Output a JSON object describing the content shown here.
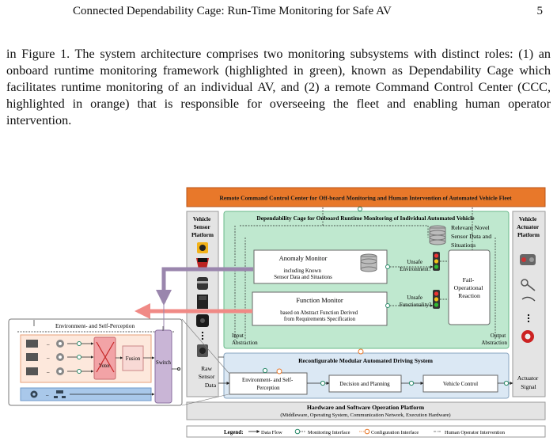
{
  "header": {
    "running_title": "Connected Dependability Cage: Run-Time Monitoring for Safe AV",
    "page_number": "5"
  },
  "paragraph": {
    "text": "in Figure 1. The system architecture comprises two monitoring subsystems with distinct roles: (1) an onboard runtime monitoring framework (highlighted in green), known as Dependability Cage which facilitates runtime monitoring of an individual AV, and (2) a remote Command Control Center (CCC, highlighted in orange) that is responsible for overseeing the fleet and enabling human operator intervention."
  },
  "figure": {
    "ccc_banner": "Remote Command Control Center for Off-board Monitoring and Human Intervention of Automated Vehicle Fleet",
    "vehicle_sensor_platform": [
      "Vehicle",
      "Sensor",
      "Platform"
    ],
    "vehicle_actuator_platform": [
      "Vehicle",
      "Actuator",
      "Platform"
    ],
    "dependability_cage_title": "Dependability Cage for Onboard Runtime Monitoring of Individual Automated Vehicle",
    "relevant_novel": [
      "Relevant Novel",
      "Sensor Data and",
      "Situations"
    ],
    "anomaly_monitor": {
      "title": "Anomaly Monitor",
      "sub": [
        "including Known",
        "Sensor Data and Situations"
      ]
    },
    "function_monitor": {
      "title": "Function Monitor",
      "sub": [
        "based on Abstract Function Derived",
        "from Requirements Specification"
      ]
    },
    "unsafe_environment": [
      "Unsafe",
      "Environment?"
    ],
    "unsafe_functionality": [
      "Unsafe",
      "Functionality?"
    ],
    "fail_operational": [
      "Fail-",
      "Operational",
      "Reaction"
    ],
    "input_abstraction": [
      "Input",
      "Abstraction"
    ],
    "output_abstraction": [
      "Output",
      "Abstraction"
    ],
    "rmads_title": "Reconfigurable Modular Automated Driving System",
    "raw_sensor_data": [
      "Raw",
      "Sensor",
      "Data"
    ],
    "actuator_signal": [
      "Actuator",
      "Signal"
    ],
    "env_self_perception_box": [
      "Environment- and Self-",
      "Perception"
    ],
    "decision_planning": "Decision and Planning",
    "vehicle_control": "Vehicle Control",
    "hw_title": "Hardware and Software Operation Platform",
    "hw_sub": "(Middleware, Operating System, Communication Network, Execution Hardware)",
    "zoom_title": "Environment- and Self-Perception",
    "voter": "Voter",
    "fusion": "Fusion",
    "switch": "Switch",
    "legend": {
      "title": "Legend:",
      "data_flow": "Data Flow",
      "monitoring": "Monitoring Interface",
      "configuration": "Configuration Interface",
      "human": "Human Operator Intervention"
    },
    "colors": {
      "ccc_orange": "#e8782a",
      "cage_green": "#bfe8cf",
      "platform_gray": "#e4e4e4",
      "rmads_blue": "#dbe8f4",
      "purple_arrow": "#9a86ad",
      "red_arrow": "#f08a86",
      "voter_red": "#f2a3a6",
      "fusion_pink": "#f8d9d5",
      "switch_purple": "#c9b5d6"
    }
  }
}
